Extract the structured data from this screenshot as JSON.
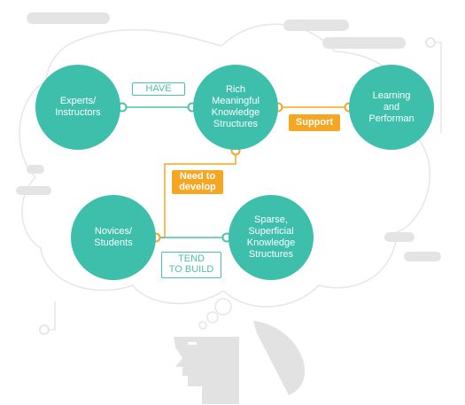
{
  "nodes": {
    "experts": "Experts/\nInstructors",
    "rich": "Rich\nMeaningful\nKnowledge\nStructures",
    "learning": "Learning\nand\nPerforman",
    "novices": "Novices/\nStudents",
    "sparse": "Sparse,\nSuperficial\nKnowledge\nStructures"
  },
  "edges": {
    "have": "HAVE",
    "support": "Support",
    "need": "Need to\ndevelop",
    "tend": "TEND\nTO BUILD"
  },
  "colors": {
    "node": "#3dbfab",
    "teal_link": "#4cc0ae",
    "orange_link": "#f5a623",
    "cloud_outline": "#e6e6e6",
    "decor": "#e4e4e4"
  }
}
